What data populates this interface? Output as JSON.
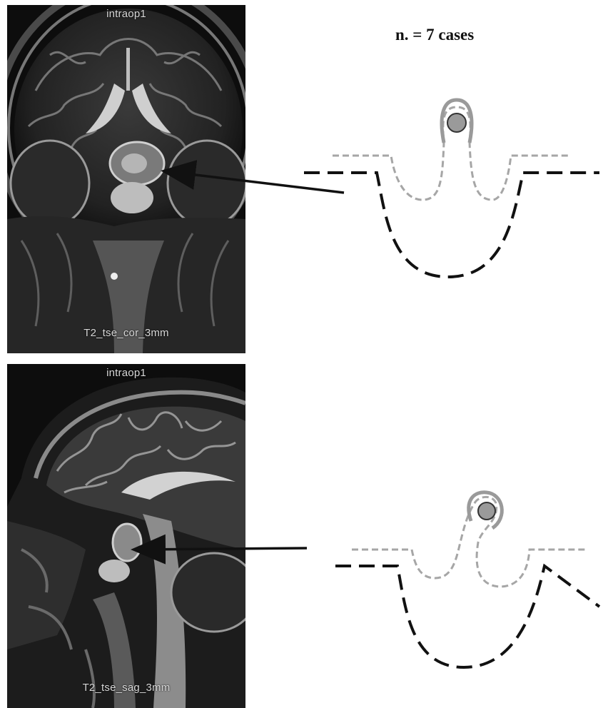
{
  "coronal_scan": {
    "top_label": "intraop1",
    "bottom_label": "T2_tse_cor_3mm"
  },
  "sagittal_scan": {
    "top_label": "intraop1",
    "bottom_label": "T2_tse_sag_3mm"
  },
  "cases_label": "n. = 7 cases",
  "colors": {
    "mri_background": "#0d0d0d",
    "diagram_dashes_dark": "#111111",
    "diagram_dashes_gray": "#a6a6a6",
    "lesion_fill": "#9a9a9a"
  }
}
